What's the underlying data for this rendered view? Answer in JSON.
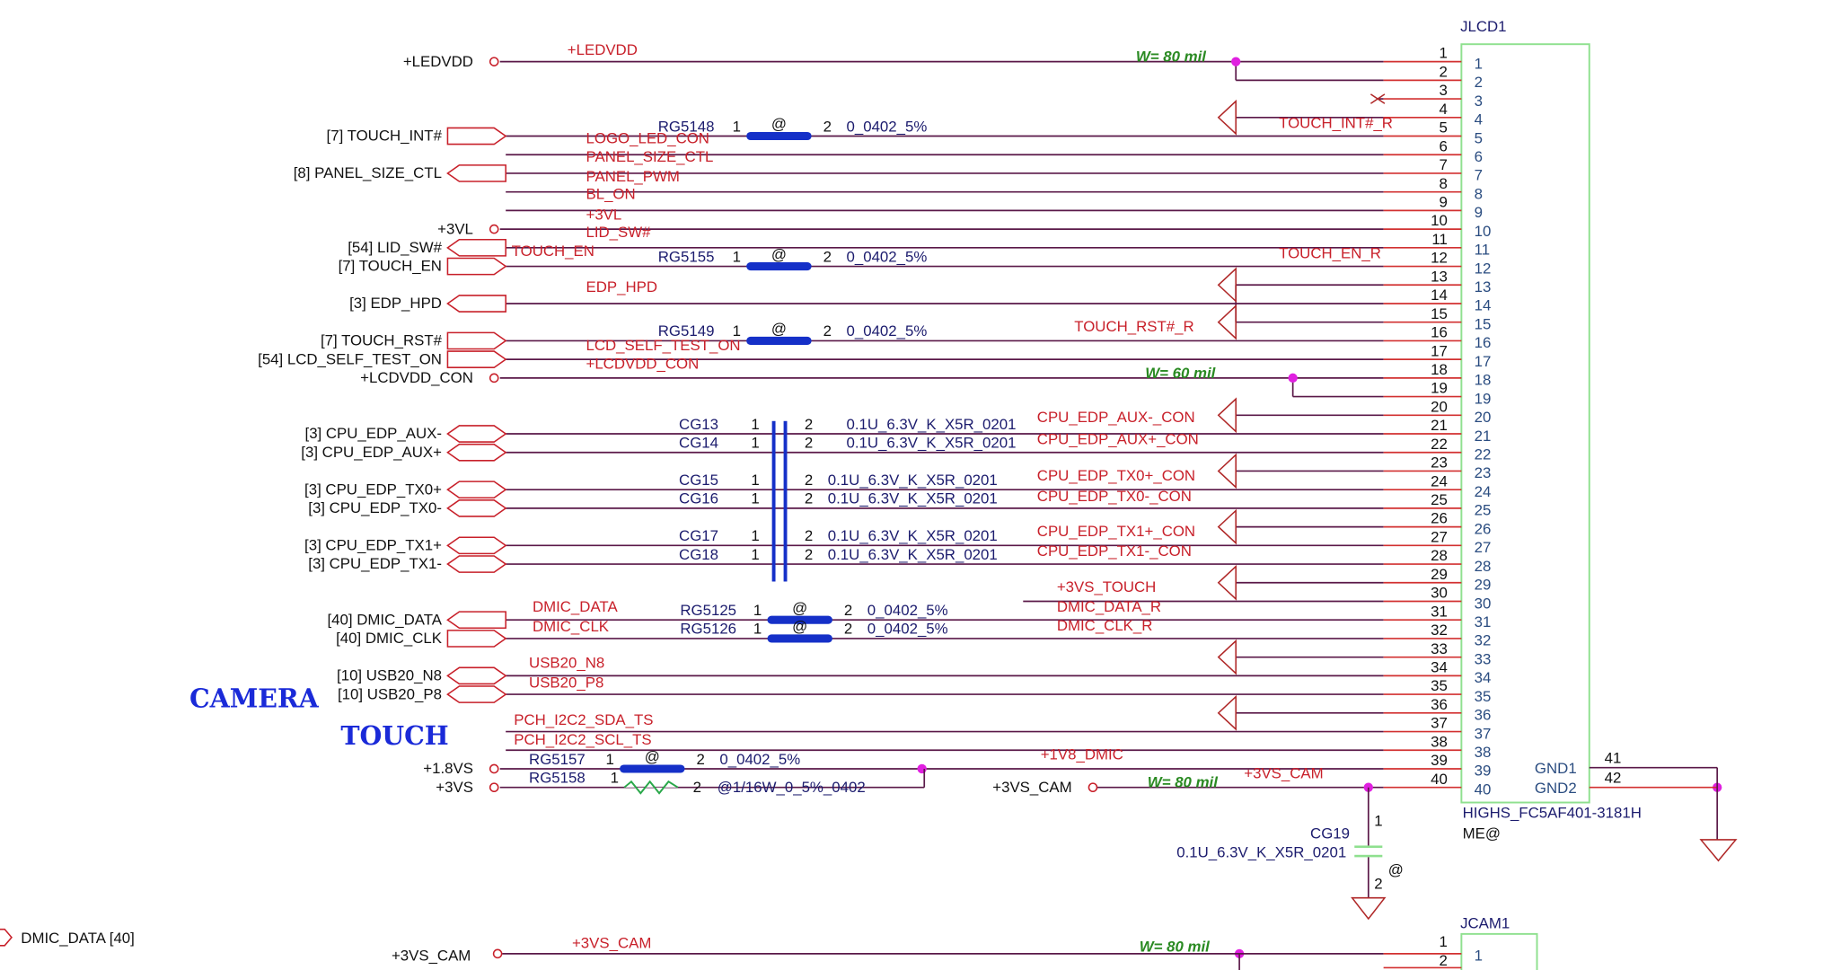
{
  "connector": {
    "ref": "JLCD1",
    "part": "HIGHS_FC5AF401-3181H",
    "note": "ME@",
    "pins": [
      "1",
      "2",
      "3",
      "4",
      "5",
      "6",
      "7",
      "8",
      "9",
      "10",
      "11",
      "12",
      "13",
      "14",
      "15",
      "16",
      "17",
      "18",
      "19",
      "20",
      "21",
      "22",
      "23",
      "24",
      "25",
      "26",
      "27",
      "28",
      "29",
      "30",
      "31",
      "32",
      "33",
      "34",
      "35",
      "36",
      "37",
      "38",
      "39",
      "40"
    ],
    "gnd_pins": [
      {
        "num": "41",
        "name": "GND1"
      },
      {
        "num": "42",
        "name": "GND2"
      }
    ]
  },
  "ports": [
    {
      "label": "+LEDVDD",
      "kind": "power"
    },
    {
      "label": "[7] TOUCH_INT#",
      "kind": "in"
    },
    {
      "label": "[8] PANEL_SIZE_CTL",
      "kind": "out"
    },
    {
      "label": "+3VL",
      "kind": "power"
    },
    {
      "label": "[54] LID_SW#",
      "kind": "out"
    },
    {
      "label": "[7] TOUCH_EN",
      "kind": "in"
    },
    {
      "label": "[3] EDP_HPD",
      "kind": "out"
    },
    {
      "label": "[7] TOUCH_RST#",
      "kind": "in"
    },
    {
      "label": "[54] LCD_SELF_TEST_ON",
      "kind": "in"
    },
    {
      "label": "+LCDVDD_CON",
      "kind": "power"
    },
    {
      "label": "[3] CPU_EDP_AUX-",
      "kind": "bi"
    },
    {
      "label": "[3] CPU_EDP_AUX+",
      "kind": "bi"
    },
    {
      "label": "[3] CPU_EDP_TX0+",
      "kind": "bi"
    },
    {
      "label": "[3] CPU_EDP_TX0-",
      "kind": "bi"
    },
    {
      "label": "[3] CPU_EDP_TX1+",
      "kind": "bi"
    },
    {
      "label": "[3] CPU_EDP_TX1-",
      "kind": "bi"
    },
    {
      "label": "[40] DMIC_DATA",
      "kind": "out"
    },
    {
      "label": "[40] DMIC_CLK",
      "kind": "in"
    },
    {
      "label": "[10] USB20_N8",
      "kind": "bi"
    },
    {
      "label": "[10] USB20_P8",
      "kind": "bi"
    },
    {
      "label": "+1.8VS",
      "kind": "power"
    },
    {
      "label": "+3VS",
      "kind": "power"
    },
    {
      "label": "+3VS_CAM",
      "kind": "power"
    }
  ],
  "net_labels": [
    "+LEDVDD",
    "LOGO_LED_CON",
    "PANEL_SIZE_CTL",
    "PANEL_PWM",
    "BL_ON",
    "+3VL",
    "LID_SW#",
    "TOUCH_EN",
    "EDP_HPD",
    "LCD_SELF_TEST_ON",
    "+LCDVDD_CON",
    "TOUCH_INT#_R",
    "TOUCH_EN_R",
    "TOUCH_RST#_R",
    "CPU_EDP_AUX-_CON",
    "CPU_EDP_AUX+_CON",
    "CPU_EDP_TX0+_CON",
    "CPU_EDP_TX0-_CON",
    "CPU_EDP_TX1+_CON",
    "CPU_EDP_TX1-_CON",
    "+3VS_TOUCH",
    "DMIC_DATA_R",
    "DMIC_CLK_R",
    "DMIC_DATA",
    "DMIC_CLK",
    "USB20_N8",
    "USB20_P8",
    "PCH_I2C2_SDA_TS",
    "PCH_I2C2_SCL_TS",
    "+1V8_DMIC",
    "+3VS_CAM"
  ],
  "width_notes": [
    "W= 80 mil",
    "W= 60 mil",
    "W= 80 mil",
    "W= 80 mil"
  ],
  "resistors": [
    {
      "ref": "RG5148",
      "p1": "1",
      "p2": "2",
      "value": "0_0402_5%",
      "mark": "@"
    },
    {
      "ref": "RG5155",
      "p1": "1",
      "p2": "2",
      "value": "0_0402_5%",
      "mark": "@"
    },
    {
      "ref": "RG5149",
      "p1": "1",
      "p2": "2",
      "value": "0_0402_5%",
      "mark": "@"
    },
    {
      "ref": "RG5125",
      "p1": "1",
      "p2": "2",
      "value": "0_0402_5%",
      "mark": "@"
    },
    {
      "ref": "RG5126",
      "p1": "1",
      "p2": "2",
      "value": "0_0402_5%",
      "mark": "@"
    },
    {
      "ref": "RG5157",
      "p1": "1",
      "p2": "2",
      "value": "0_0402_5%",
      "mark": "@"
    },
    {
      "ref": "RG5158",
      "p1": "1",
      "p2": "2",
      "value": "@1/16W_0_5%_0402",
      "mark": ""
    }
  ],
  "capacitors": [
    {
      "ref": "CG13",
      "p1": "1",
      "p2": "2",
      "value": "0.1U_6.3V_K_X5R_0201"
    },
    {
      "ref": "CG14",
      "p1": "1",
      "p2": "2",
      "value": "0.1U_6.3V_K_X5R_0201"
    },
    {
      "ref": "CG15",
      "p1": "1",
      "p2": "2",
      "value": "0.1U_6.3V_K_X5R_0201"
    },
    {
      "ref": "CG16",
      "p1": "1",
      "p2": "2",
      "value": "0.1U_6.3V_K_X5R_0201"
    },
    {
      "ref": "CG17",
      "p1": "1",
      "p2": "2",
      "value": "0.1U_6.3V_K_X5R_0201"
    },
    {
      "ref": "CG18",
      "p1": "1",
      "p2": "2",
      "value": "0.1U_6.3V_K_X5R_0201"
    }
  ],
  "cg19": {
    "ref": "CG19",
    "p1": "1",
    "p2": "2",
    "value": "0.1U_6.3V_K_X5R_0201",
    "mark": "@"
  },
  "sections": {
    "camera": "CAMERA",
    "touch": "TOUCH"
  },
  "jcam": {
    "ref": "JCAM1",
    "pins": [
      "1",
      "2"
    ],
    "port": "+3VS_CAM",
    "net": "+3VS_CAM"
  },
  "offpage": {
    "label": "DMIC_DATA  [40]"
  }
}
